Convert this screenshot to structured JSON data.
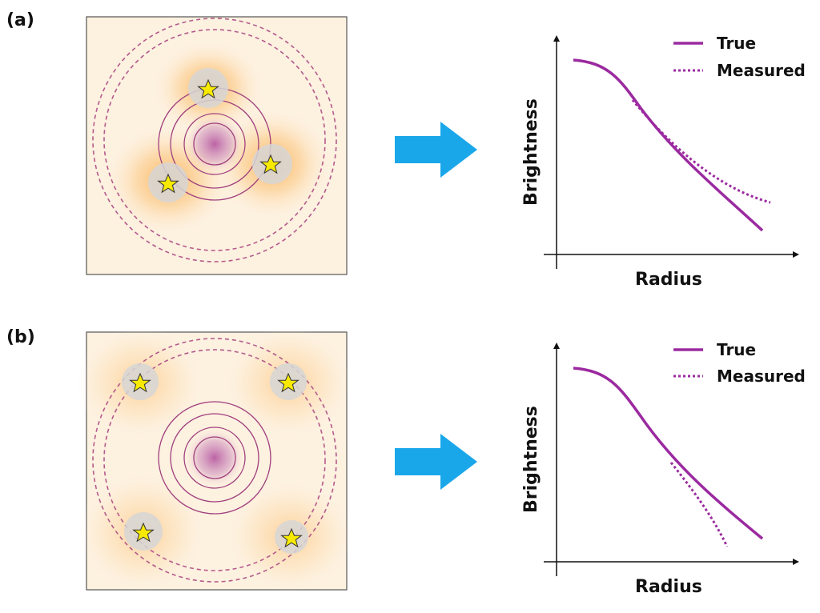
{
  "colors": {
    "frame_fill": "#fdf1e0",
    "glow": "#fbb04a",
    "core": "#b04a9a",
    "iso_solid": "#a03f7e",
    "iso_dashed": "#b45a8c",
    "star_disk": "#d6d6d6",
    "star_fill": "#f7ea00",
    "arrow": "#1aa7ea",
    "curve": "#9b2aa0"
  },
  "panels": [
    {
      "label": "(a)",
      "legend": {
        "true_label": "True",
        "measured_label": "Measured"
      },
      "xlabel": "Radius",
      "ylabel": "Brightness",
      "behavior": "measured-above-true"
    },
    {
      "label": "(b)",
      "legend": {
        "true_label": "True",
        "measured_label": "Measured"
      },
      "xlabel": "Radius",
      "ylabel": "Brightness",
      "behavior": "measured-below-true"
    }
  ],
  "icons": {
    "arrow": "right-arrow-icon",
    "star": "star-icon"
  }
}
